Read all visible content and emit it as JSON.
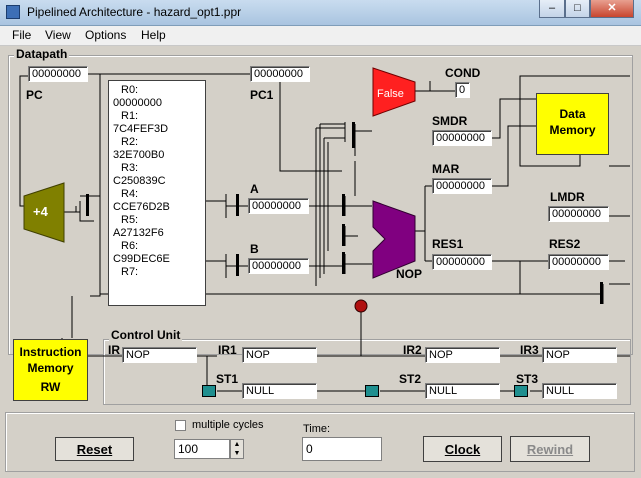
{
  "window": {
    "title": "Pipelined Architecture - hazard_opt1.ppr"
  },
  "menu": {
    "items": [
      "File",
      "View",
      "Options",
      "Help"
    ]
  },
  "datapath": {
    "group_label": "Datapath",
    "pc": {
      "label": "PC",
      "value": "00000000"
    },
    "pc1": {
      "label": "PC1",
      "value": "00000000"
    },
    "adder_label": "+4",
    "registers_lines": [
      "R0:",
      "00000000",
      "R1:",
      "7C4FEF3D",
      "R2:",
      "32E700B0",
      "R3:",
      "C250839C",
      "R4:",
      "CCE76D2B",
      "R5:",
      "A27132F6",
      "R6:",
      "C99DEC6E",
      "R7:"
    ],
    "a": {
      "label": "A",
      "value": "00000000"
    },
    "b": {
      "label": "B",
      "value": "00000000"
    },
    "cond": {
      "label": "COND",
      "value": "0"
    },
    "comparator_label": "False",
    "alu_label": "NOP",
    "smdr": {
      "label": "SMDR",
      "value": "00000000"
    },
    "mar": {
      "label": "MAR",
      "value": "00000000"
    },
    "res1": {
      "label": "RES1",
      "value": "00000000"
    },
    "res2": {
      "label": "RES2",
      "value": "00000000"
    },
    "lmdr": {
      "label": "LMDR",
      "value": "00000000"
    },
    "data_memory": {
      "line1": "Data",
      "line2": "Memory"
    },
    "instruction_memory": {
      "line1": "Instruction",
      "line2": "Memory",
      "line3": "RW"
    }
  },
  "control_unit": {
    "group_label": "Control Unit",
    "ir": {
      "label": "IR",
      "value": "NOP"
    },
    "ir1": {
      "label": "IR1",
      "value": "NOP"
    },
    "ir2": {
      "label": "IR2",
      "value": "NOP"
    },
    "ir3": {
      "label": "IR3",
      "value": "NOP"
    },
    "st1": {
      "label": "ST1",
      "value": "NULL"
    },
    "st2": {
      "label": "ST2",
      "value": "NULL"
    },
    "st3": {
      "label": "ST3",
      "value": "NULL"
    }
  },
  "controls": {
    "reset_label": "Reset",
    "multiple_cycles_label": "multiple cycles",
    "cycles_value": "100",
    "time_label": "Time:",
    "time_value": "0",
    "clock_label": "Clock",
    "rewind_label": "Rewind"
  },
  "colors": {
    "yellow": "#ffff00",
    "red": "#ff2020",
    "purple": "#800080",
    "olive": "#808000",
    "teal": "#1f8f8f"
  }
}
